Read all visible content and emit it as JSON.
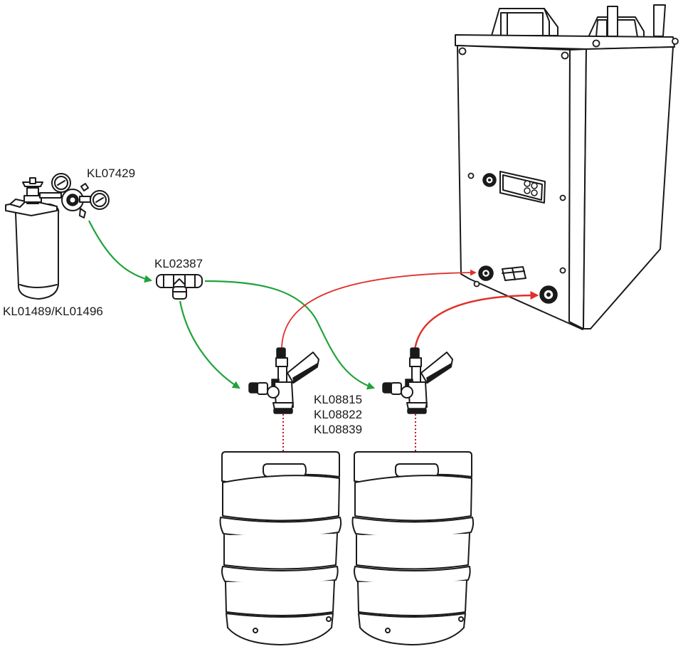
{
  "diagram": {
    "title": "Beer cooler keg connection diagram",
    "colors": {
      "gas_line": "#1fa33a",
      "beer_line": "#e0302b",
      "keg_spear_dotted": "#c8102e",
      "outline": "#1a1a1a"
    },
    "labels": {
      "co2_bottle": "KL01489/KL01496",
      "regulator": "KL07429",
      "t_piece": "KL02387",
      "coupler_codes": [
        "KL08815",
        "KL08822",
        "KL08839"
      ]
    },
    "components": [
      {
        "id": "co2-bottle",
        "name": "CO2 gas bottle"
      },
      {
        "id": "regulator",
        "name": "Dual gauge gas regulator"
      },
      {
        "id": "t-piece",
        "name": "Gas T-piece splitter"
      },
      {
        "id": "coupler-1",
        "name": "Keg coupler 1"
      },
      {
        "id": "coupler-2",
        "name": "Keg coupler 2"
      },
      {
        "id": "keg-1",
        "name": "Keg 1"
      },
      {
        "id": "keg-2",
        "name": "Keg 2"
      },
      {
        "id": "cooler",
        "name": "Beer cooler unit"
      }
    ],
    "connections": [
      {
        "from": "regulator",
        "to": "t-piece",
        "type": "gas"
      },
      {
        "from": "t-piece",
        "to": "coupler-1",
        "type": "gas"
      },
      {
        "from": "t-piece",
        "to": "coupler-2",
        "type": "gas"
      },
      {
        "from": "coupler-1",
        "to": "cooler-inlet-1",
        "type": "beer"
      },
      {
        "from": "coupler-2",
        "to": "cooler-inlet-2",
        "type": "beer"
      }
    ]
  }
}
